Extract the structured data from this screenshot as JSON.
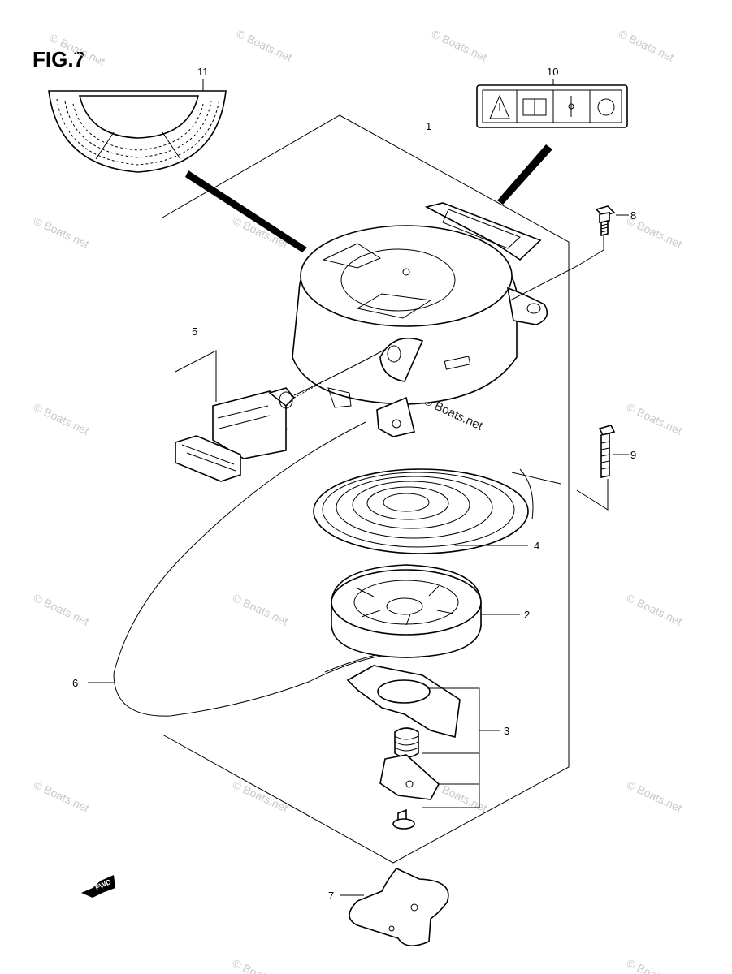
{
  "figure": {
    "title": "FIG.7"
  },
  "callouts": [
    {
      "id": "1",
      "label": "1"
    },
    {
      "id": "2",
      "label": "2"
    },
    {
      "id": "3",
      "label": "3"
    },
    {
      "id": "4",
      "label": "4"
    },
    {
      "id": "5",
      "label": "5"
    },
    {
      "id": "6",
      "label": "6"
    },
    {
      "id": "7",
      "label": "7"
    },
    {
      "id": "8",
      "label": "8"
    },
    {
      "id": "9",
      "label": "9"
    },
    {
      "id": "10",
      "label": "10"
    },
    {
      "id": "11",
      "label": "11"
    }
  ],
  "watermark": {
    "text": "© Boats.net",
    "center_text": "© Boats.net"
  },
  "fwd_arrow": {
    "label": "FWD"
  }
}
